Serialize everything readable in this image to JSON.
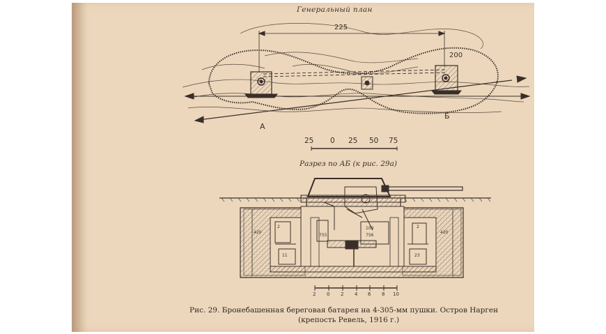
{
  "plan": {
    "title": "Генеральный план",
    "dimension_top": "225",
    "dimension_right": "200",
    "point_a": "А",
    "point_b": "Б",
    "scale_labels": [
      "25",
      "0",
      "25",
      "50",
      "75"
    ]
  },
  "section": {
    "title": "Разрез по АБ (к рис. 29а)",
    "labels": {
      "left_depth": "420",
      "right_depth": "420",
      "num_2": "2",
      "num_11": "11",
      "num_755_left": "755",
      "num_109": "109",
      "num_756": "756",
      "num_23": "23",
      "num_2_right": "2"
    },
    "scale_labels": [
      "2",
      "0",
      "2",
      "4",
      "6",
      "8",
      "10"
    ]
  },
  "caption": {
    "line1": "Рис. 29. Бронебашенная береговая батарея на 4-305-мм пушки. Остров Нарген",
    "line2": "(крепость Ревель, 1916 г.)"
  },
  "colors": {
    "paper": "#ecd7bd",
    "ink": "#3a2f28"
  }
}
